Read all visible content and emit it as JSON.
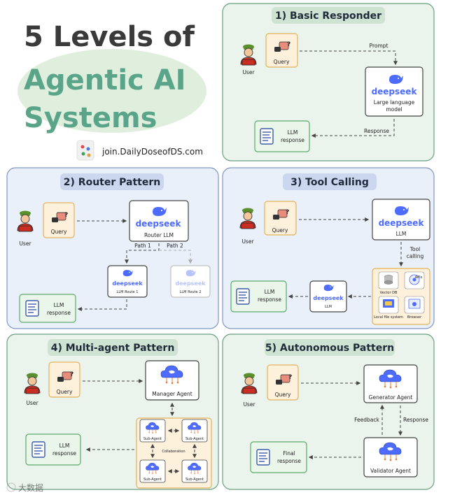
{
  "header": {
    "line1": "5 Levels of",
    "line2": "Agentic AI",
    "line3": "Systems",
    "link": "join.DailyDoseofDS.com"
  },
  "common": {
    "user": "User",
    "query": "Query",
    "query_glyph": "?",
    "deepseek": "deepseek"
  },
  "panel1": {
    "title": "1) Basic Responder",
    "prompt": "Prompt",
    "llm_l1": "Large language",
    "llm_l2": "model",
    "response": "Response",
    "out_l1": "LLM",
    "out_l2": "response"
  },
  "panel2": {
    "title": "2) Router Pattern",
    "router": "Router LLM",
    "path1": "Path 1",
    "path2": "Path 2",
    "route1": "LLM Route 1",
    "route2": "LLM Route 2",
    "out_l1": "LLM",
    "out_l2": "response"
  },
  "panel3": {
    "title": "3) Tool Calling",
    "llm": "LLM",
    "tool_l1": "Tool",
    "tool_l2": "calling",
    "tools": [
      "Vector DB",
      "APIs",
      "Local file system",
      "Browser"
    ],
    "llm2": "LLM",
    "out_l1": "LLM",
    "out_l2": "response"
  },
  "panel4": {
    "title": "4) Multi-agent Pattern",
    "manager": "Manager Agent",
    "subagent": "Sub-Agent",
    "collab": "Collaboration",
    "out_l1": "LLM",
    "out_l2": "response"
  },
  "panel5": {
    "title": "5) Autonomous Pattern",
    "generator": "Generator Agent",
    "feedback": "Feedback",
    "response": "Response",
    "validator": "Validator Agent",
    "out_l1": "Final",
    "out_l2": "response"
  },
  "watermark": "大数据"
}
